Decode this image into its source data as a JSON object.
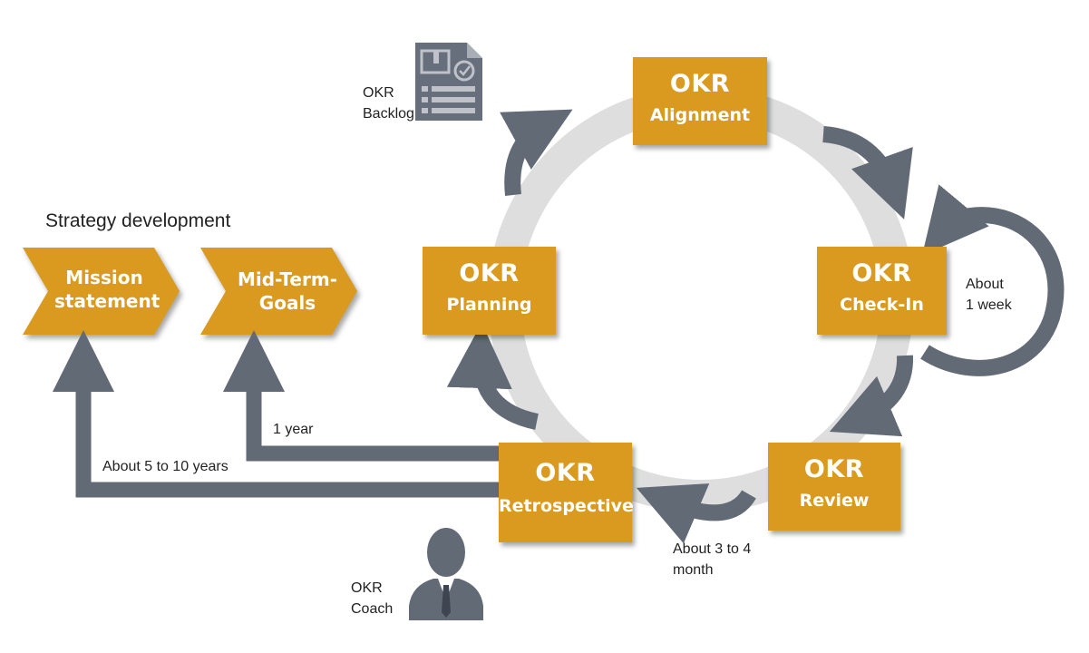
{
  "strategy": {
    "title": "Strategy development",
    "mission": "Mission statement",
    "midterm": "Mid-Term- Goals"
  },
  "cycle": {
    "alignment": {
      "top": "OKR",
      "bottom": "Alignment"
    },
    "checkin": {
      "top": "OKR",
      "bottom": "Check-In"
    },
    "review": {
      "top": "OKR",
      "bottom": "Review"
    },
    "retrospective": {
      "top": "OKR",
      "bottom": "Retrospective"
    },
    "planning": {
      "top": "OKR",
      "bottom": "Planning"
    }
  },
  "labels": {
    "backlog": [
      "OKR",
      "Backlog"
    ],
    "coach": [
      "OKR",
      "Coach"
    ],
    "week": [
      "About",
      "1 week"
    ],
    "months": [
      "About 3 to 4",
      "month"
    ],
    "one_year": "1 year",
    "years": "About 5 to 10 years"
  },
  "icons": {
    "backlog": "document-checklist-icon",
    "coach": "businessman-icon"
  },
  "colors": {
    "box": "#d99a1f",
    "arrow": "#626a76",
    "ring": "#dedede"
  }
}
